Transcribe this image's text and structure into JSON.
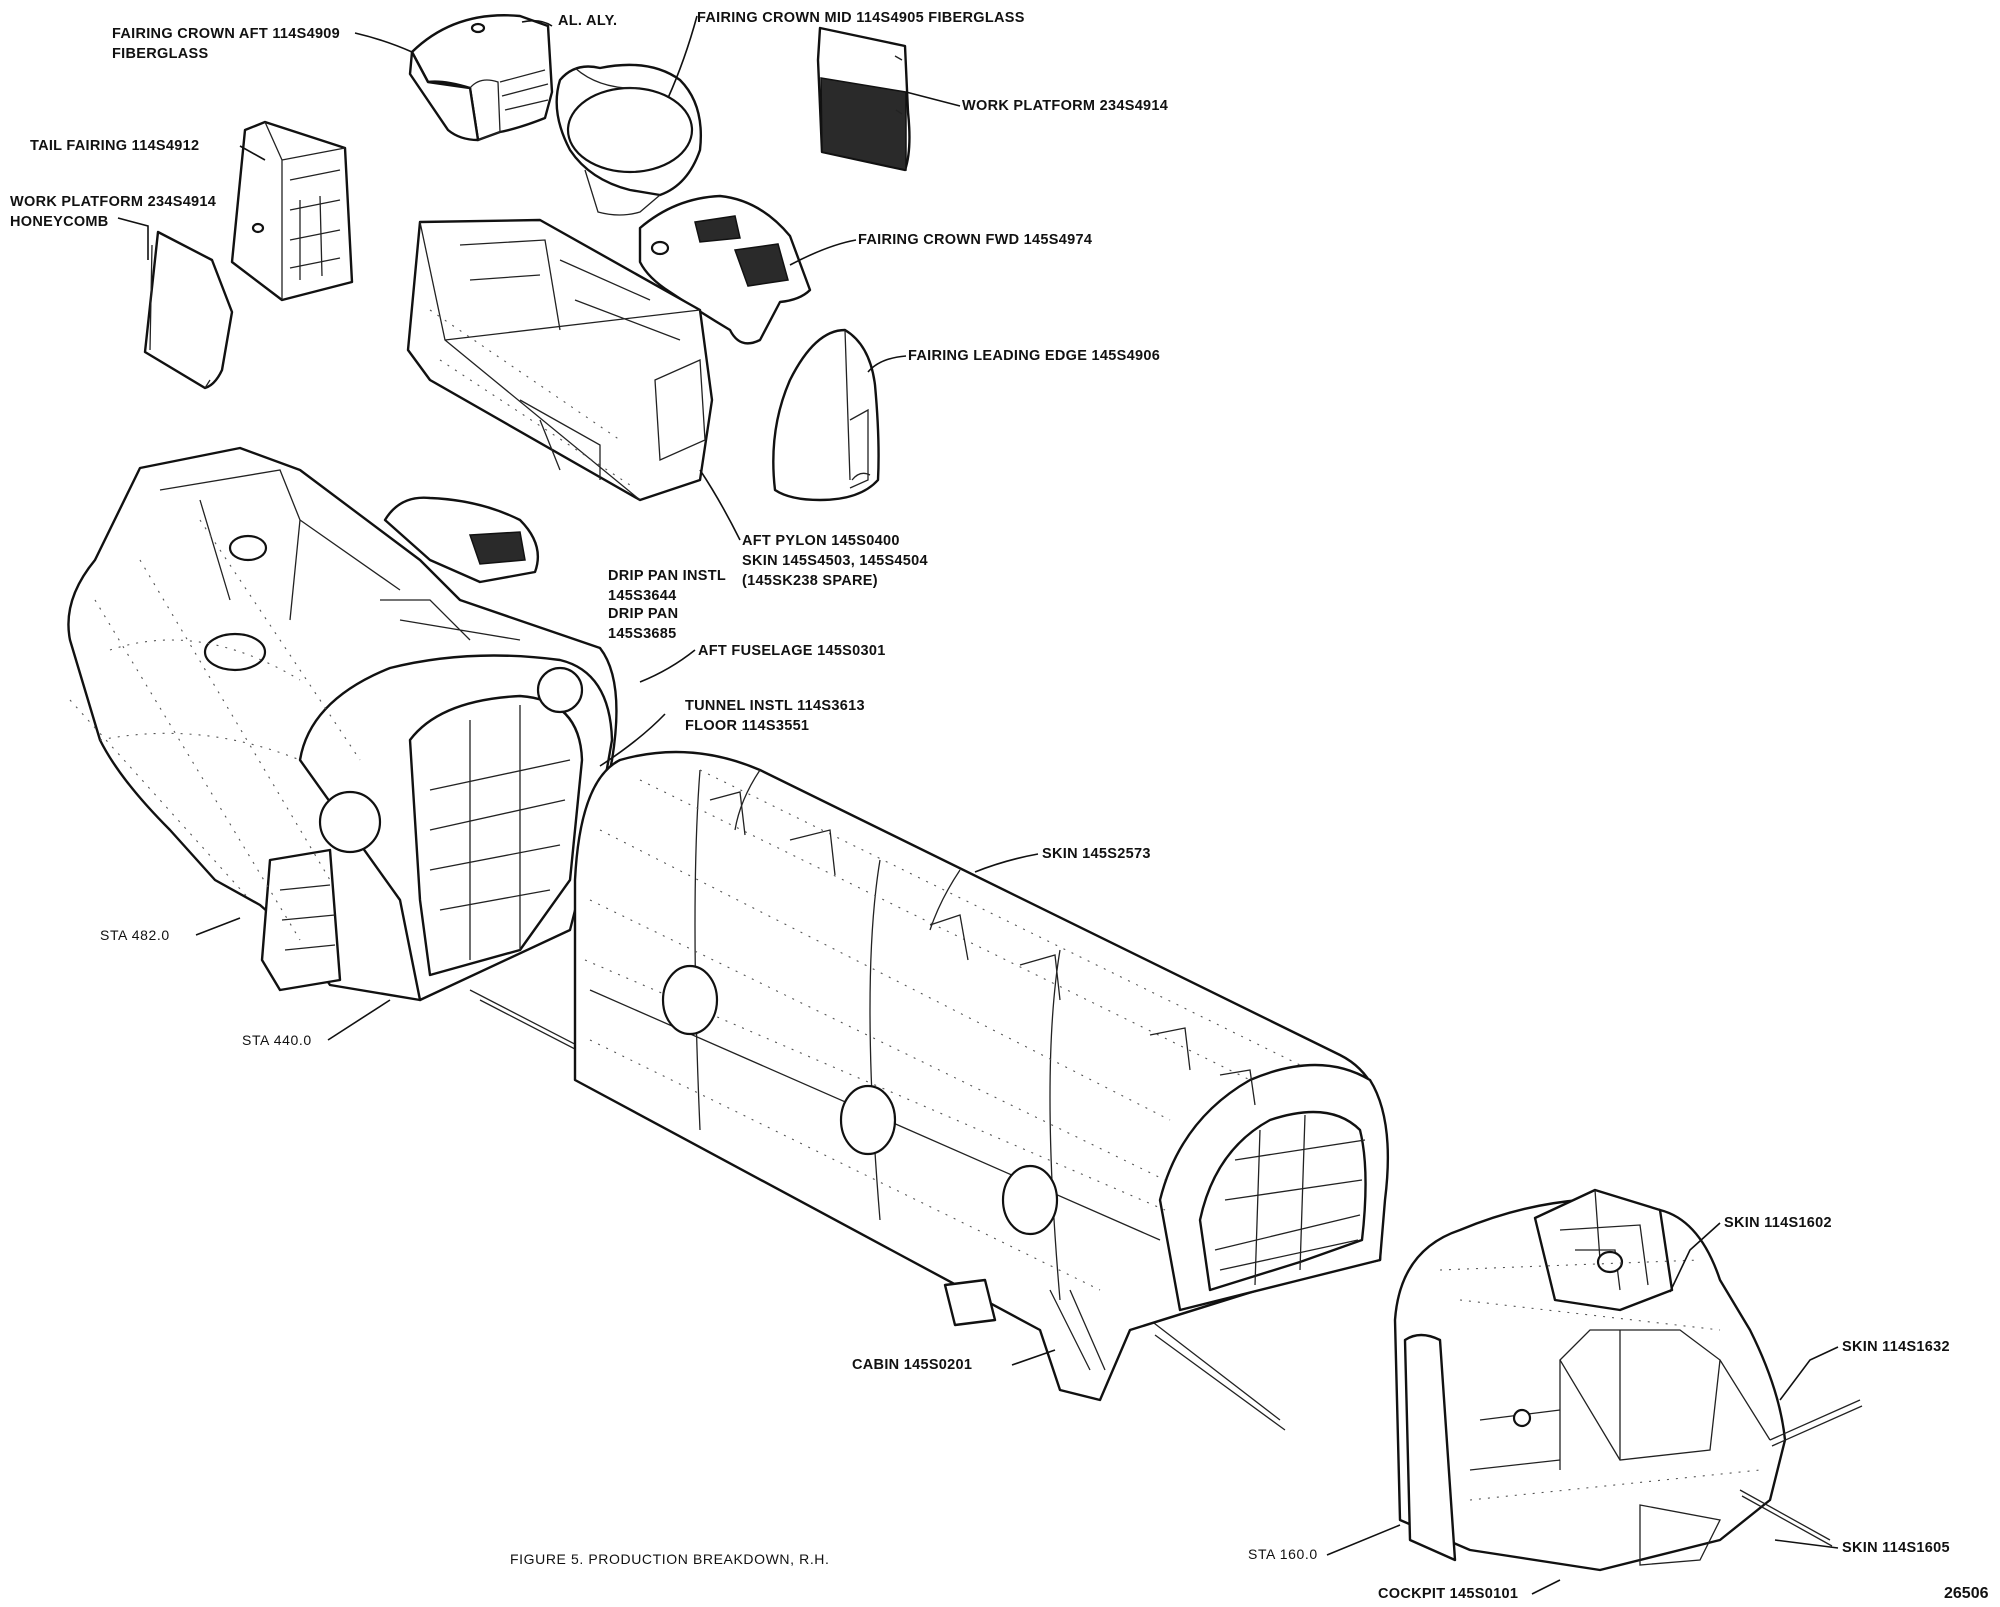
{
  "labels": {
    "fairing_crown_aft_1": "FAIRING CROWN AFT 114S4909",
    "fairing_crown_aft_2": "FIBERGLASS",
    "al_aly": "AL. ALY.",
    "fairing_crown_mid": "FAIRING CROWN MID 114S4905 FIBERGLASS",
    "work_platform_top": "WORK PLATFORM 234S4914",
    "tail_fairing": "TAIL FAIRING 114S4912",
    "work_platform_left_1": "WORK PLATFORM 234S4914",
    "work_platform_left_2": "HONEYCOMB",
    "fairing_crown_fwd": "FAIRING CROWN FWD 145S4974",
    "fairing_leading_edge": "FAIRING LEADING EDGE 145S4906",
    "aft_pylon_1": "AFT PYLON 145S0400",
    "aft_pylon_2": "SKIN 145S4503, 145S4504",
    "aft_pylon_3": "(145SK238 SPARE)",
    "drip_pan_instl_1": "DRIP PAN INSTL",
    "drip_pan_instl_2": "145S3644",
    "drip_pan_1": "DRIP PAN",
    "drip_pan_2": "145S3685",
    "aft_fuselage": "AFT FUSELAGE 145S0301",
    "tunnel_instl": "TUNNEL INSTL 114S3613",
    "floor": "FLOOR 114S3551",
    "skin_2573": "SKIN 145S2573",
    "sta_482": "STA 482.0",
    "sta_440": "STA 440.0",
    "skin_1602": "SKIN 114S1602",
    "skin_1632": "SKIN 114S1632",
    "cabin": "CABIN 145S0201",
    "skin_1605": "SKIN 114S1605",
    "sta_160": "STA 160.0",
    "cockpit": "COCKPIT 145S0101",
    "figure_caption": "FIGURE 5.   PRODUCTION BREAKDOWN, R.H.",
    "figure_number": "26506"
  }
}
